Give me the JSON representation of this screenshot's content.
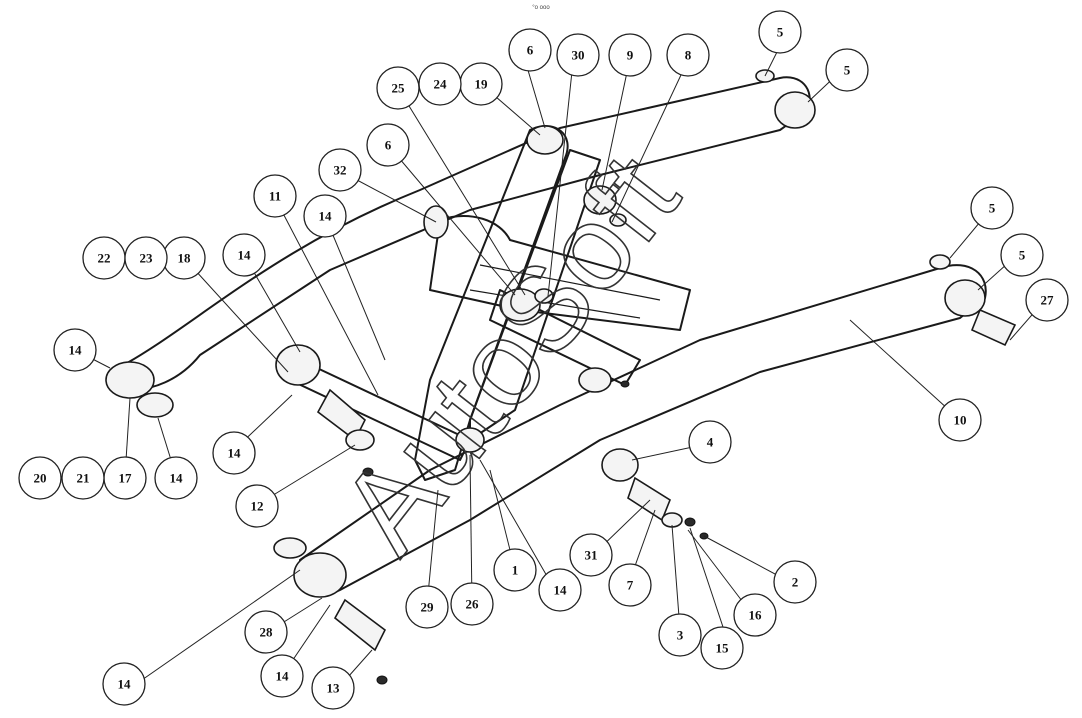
{
  "header": {
    "mark": "°o ooo"
  },
  "watermark": {
    "text": "AutoSoft"
  },
  "callouts": [
    "1",
    "2",
    "3",
    "4",
    "5",
    "6",
    "7",
    "8",
    "9",
    "10",
    "11",
    "12",
    "13",
    "14",
    "15",
    "16",
    "17",
    "18",
    "19",
    "20",
    "21",
    "22",
    "23",
    "24",
    "25",
    "26",
    "27",
    "28",
    "29",
    "30",
    "31",
    "32"
  ]
}
